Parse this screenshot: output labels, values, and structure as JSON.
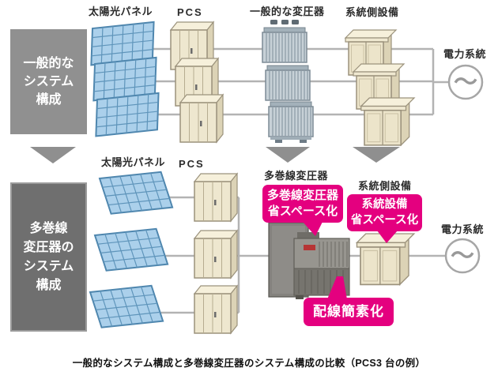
{
  "top_section": {
    "title": "一般的な\nシステム\n構成",
    "labels": {
      "solar_panel": "太陽光パネル",
      "pcs": "PCS",
      "transformer": "一般的な変圧器",
      "grid_equipment": "系統側設備",
      "power_grid": "電力系統"
    },
    "power_symbol": "～"
  },
  "bottom_section": {
    "title": "多巻線\n変圧器の\nシステム\n構成",
    "labels": {
      "solar_panel": "太陽光パネル",
      "pcs": "PCS",
      "transformer": "多巻線変圧器",
      "grid_equipment": "系統側設備",
      "power_grid": "電力系統"
    },
    "power_symbol": "～",
    "callouts": {
      "transformer_space_saving": "多巻線変圧器\n省スペース化",
      "equipment_space_saving": "系統設備\n省スペース化",
      "wiring_simplification": "配線簡素化"
    }
  },
  "caption": "一般的なシステム構成と多巻線変圧器のシステム構成の比較（PCS3 台の例）",
  "colors": {
    "accent_pink": "#e4007f",
    "top_box_gray": "#909090",
    "bottom_box_gray": "#6f6f6f",
    "wire_gray": "#b3b3b3",
    "panel_blue": "#abd0eb",
    "cabinet_beige": "#eee7cf",
    "transformer_bluegray": "#c7d1d7"
  }
}
